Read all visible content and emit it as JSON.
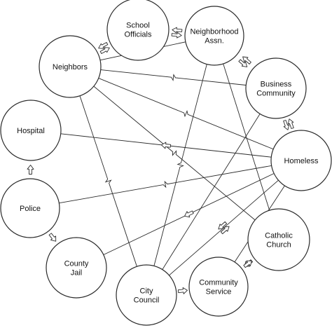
{
  "nodes": [
    {
      "id": "school-officials",
      "lines": [
        "School",
        "Officials"
      ]
    },
    {
      "id": "neighborhood-assn",
      "lines": [
        "Neighborhood",
        "Assn."
      ]
    },
    {
      "id": "neighbors",
      "lines": [
        "Neighbors"
      ]
    },
    {
      "id": "business-community",
      "lines": [
        "Business",
        "Community"
      ]
    },
    {
      "id": "hospital",
      "lines": [
        "Hospital"
      ]
    },
    {
      "id": "homeless",
      "lines": [
        "Homeless"
      ]
    },
    {
      "id": "police",
      "lines": [
        "Police"
      ]
    },
    {
      "id": "catholic-church",
      "lines": [
        "Catholic",
        "Church"
      ]
    },
    {
      "id": "county-jail",
      "lines": [
        "County",
        "Jail"
      ]
    },
    {
      "id": "community-service",
      "lines": [
        "Community",
        "Service"
      ]
    },
    {
      "id": "city-council",
      "lines": [
        "City",
        "Council"
      ]
    }
  ],
  "edges": [
    {
      "from": "neighbors",
      "to": "neighborhood-assn",
      "break": true
    },
    {
      "from": "neighbors",
      "to": "business-community",
      "break": true
    },
    {
      "from": "neighbors",
      "to": "homeless",
      "break": true
    },
    {
      "from": "neighbors",
      "to": "catholic-church",
      "break": true
    },
    {
      "from": "neighbors",
      "to": "city-council",
      "break": true
    },
    {
      "from": "neighborhood-assn",
      "to": "catholic-church",
      "break": false
    },
    {
      "from": "neighborhood-assn",
      "to": "city-council",
      "break": true
    },
    {
      "from": "hospital",
      "to": "homeless",
      "break": false
    },
    {
      "from": "police",
      "to": "homeless",
      "break": true
    },
    {
      "from": "county-jail",
      "to": "homeless",
      "break": false
    },
    {
      "from": "city-council",
      "to": "homeless",
      "break": false
    },
    {
      "from": "community-service",
      "to": "homeless",
      "break": false
    },
    {
      "from": "city-council",
      "to": "business-community",
      "break": false
    }
  ],
  "arrows": [
    {
      "kind": "double",
      "between": [
        "school-officials",
        "neighbors"
      ]
    },
    {
      "kind": "double",
      "between": [
        "school-officials",
        "neighborhood-assn"
      ]
    },
    {
      "kind": "double",
      "between": [
        "neighborhood-assn",
        "business-community"
      ]
    },
    {
      "kind": "double",
      "between": [
        "business-community",
        "homeless"
      ]
    },
    {
      "kind": "double",
      "between": [
        "city-council",
        "homeless"
      ]
    },
    {
      "kind": "single",
      "from": "homeless",
      "to": "hospital"
    },
    {
      "kind": "single",
      "from": "police",
      "to": "hospital"
    },
    {
      "kind": "single",
      "from": "police",
      "to": "county-jail"
    },
    {
      "kind": "single",
      "from": "homeless",
      "to": "county-jail"
    },
    {
      "kind": "single",
      "from": "community-service",
      "to": "homeless"
    },
    {
      "kind": "single",
      "from": "city-council",
      "to": "community-service"
    },
    {
      "kind": "single",
      "from": "catholic-church",
      "to": "community-service"
    },
    {
      "kind": "single",
      "from": "community-service",
      "to": "catholic-church"
    }
  ]
}
